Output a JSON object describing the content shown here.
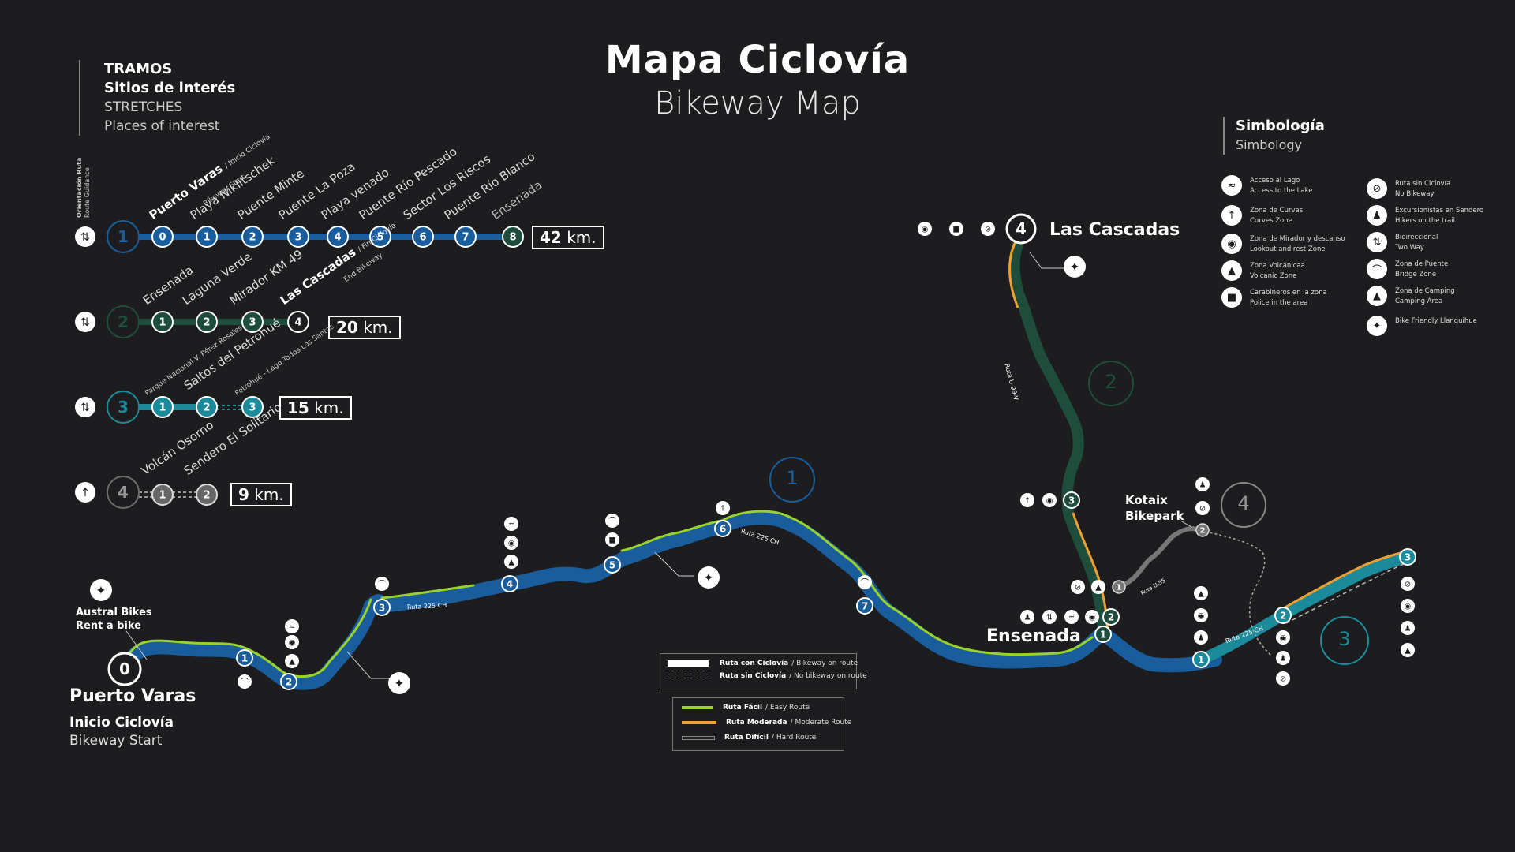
{
  "title": {
    "main": "Mapa Ciclovía",
    "sub": "Bikeway Map"
  },
  "header_left": {
    "line1": "TRAMOS",
    "line2": "Sitios de interés",
    "line3": "STRETCHES",
    "line4": "Places of interest"
  },
  "route_guidance": {
    "line1": "Orientación Ruta",
    "line2": "Route Guidance"
  },
  "stretches": [
    {
      "number": "1",
      "km": "42",
      "km_unit": "km.",
      "color": "#1a5d9c",
      "stops": [
        "0",
        "1",
        "2",
        "3",
        "4",
        "5",
        "6",
        "7",
        "8"
      ],
      "labels": [
        "Puerto Varas",
        "Playa Niklitschek",
        "Puente Minte",
        "Puente La Poza",
        "Playa venado",
        "Puente Río Pescado",
        "Sector Los Riscos",
        "Puente Río Blanco",
        "Ensenada"
      ],
      "start_note": "/ Inicio Ciclovía",
      "start_note_en": "Bikeway Start"
    },
    {
      "number": "2",
      "km": "20",
      "km_unit": "km.",
      "color": "#1f4d3c",
      "stops": [
        "1",
        "2",
        "3",
        "4"
      ],
      "labels": [
        "Ensenada",
        "Laguna Verde",
        "Mirador KM 49",
        "Las Cascadas"
      ],
      "end_note": "/ Fin Ciclovía",
      "end_note_en": "End Bikeway"
    },
    {
      "number": "3",
      "km": "15",
      "km_unit": "km.",
      "color": "#1b8a9a",
      "stops": [
        "1",
        "2",
        "3"
      ],
      "labels": [
        "Parque Nacional V. Pérez Rosales",
        "Saltos del Petrohué",
        "Petrohué - Lago Todos Los Santos"
      ]
    },
    {
      "number": "4",
      "km": "9",
      "km_unit": "km.",
      "color": "#6a6a6a",
      "stops": [
        "1",
        "2"
      ],
      "labels": [
        "Volcán Osorno",
        "Sendero El Solitario"
      ]
    }
  ],
  "simbologia": {
    "title": "Simbología",
    "subtitle": "Simbology",
    "items": [
      {
        "icon": "wave-icon",
        "es": "Acceso al Lago",
        "en": "Access to the Lake"
      },
      {
        "icon": "curve-arrow-icon",
        "es": "Zona de Curvas",
        "en": "Curves Zone"
      },
      {
        "icon": "camera-icon",
        "es": "Zona de Mirador y descanso",
        "en": "Lookout and rest Zone"
      },
      {
        "icon": "volcano-icon",
        "es": "Zona Volcánicaa",
        "en": "Volcanic Zone"
      },
      {
        "icon": "police-badge-icon",
        "es": "Carabineros en la zona",
        "en": "Police in the area"
      },
      {
        "icon": "no-bike-icon",
        "es": "Ruta sin Ciclovía",
        "en": "No Bikeway"
      },
      {
        "icon": "hiker-icon",
        "es": "Excursionistas en Sendero",
        "en": "Hikers on the trail"
      },
      {
        "icon": "two-way-icon",
        "es": "Bidireccional",
        "en": "Two Way"
      },
      {
        "icon": "bridge-icon",
        "es": "Zona de Puente",
        "en": "Bridge Zone"
      },
      {
        "icon": "tent-icon",
        "es": "Zona de Camping",
        "en": "Camping Area"
      },
      {
        "icon": "bike-friendly-icon",
        "es": "Bike Friendly Llanquihue",
        "en": ""
      }
    ]
  },
  "map": {
    "puerto_varas": {
      "name": "Puerto Varas",
      "sub1": "Inicio Ciclovía",
      "sub2": "Bikeway Start",
      "stop": "0"
    },
    "austral_bikes": {
      "line1": "Austral Bikes",
      "line2": "Rent a bike"
    },
    "las_cascadas": {
      "name": "Las Cascadas",
      "stop": "4"
    },
    "ensenada": {
      "name": "Ensenada"
    },
    "kotaix": {
      "line1": "Kotaix",
      "line2": "Bikepark"
    },
    "route_labels": [
      "Ruta 225 CH",
      "Ruta 225 CH",
      "Ruta 225 CH",
      "Ruta U-99-V",
      "Ruta U-55"
    ],
    "zone_numbers": [
      "1",
      "2",
      "3",
      "4"
    ],
    "route1_stops": [
      "1",
      "2",
      "3",
      "4",
      "5",
      "6",
      "7"
    ],
    "route2_stops": [
      "1",
      "2",
      "3"
    ],
    "route3_stops": [
      "1",
      "2",
      "3"
    ],
    "route4_stops": [
      "1",
      "2"
    ]
  },
  "map_legend": {
    "bikeway": [
      {
        "es": "Ruta con Ciclovía",
        "en": "/ Bikeway on route"
      },
      {
        "es": "Ruta sin Ciclovía",
        "en": "/ No bikeway on route"
      }
    ],
    "difficulty": [
      {
        "es": "Ruta Fácil",
        "en": "/ Easy Route",
        "color": "#9ad12a"
      },
      {
        "es": "Ruta Moderada",
        "en": "/ Moderate Route",
        "color": "#f0a030"
      },
      {
        "es": "Ruta Difícil",
        "en": "/ Hard Route",
        "color": "#888888"
      }
    ]
  },
  "colors": {
    "background": "#1d1d1f",
    "route1": "#1a5d9c",
    "route2": "#1f4d3c",
    "route3": "#1b8a9a",
    "route4": "#6a6a6a",
    "easy": "#9ad12a",
    "moderate": "#f0a030"
  }
}
